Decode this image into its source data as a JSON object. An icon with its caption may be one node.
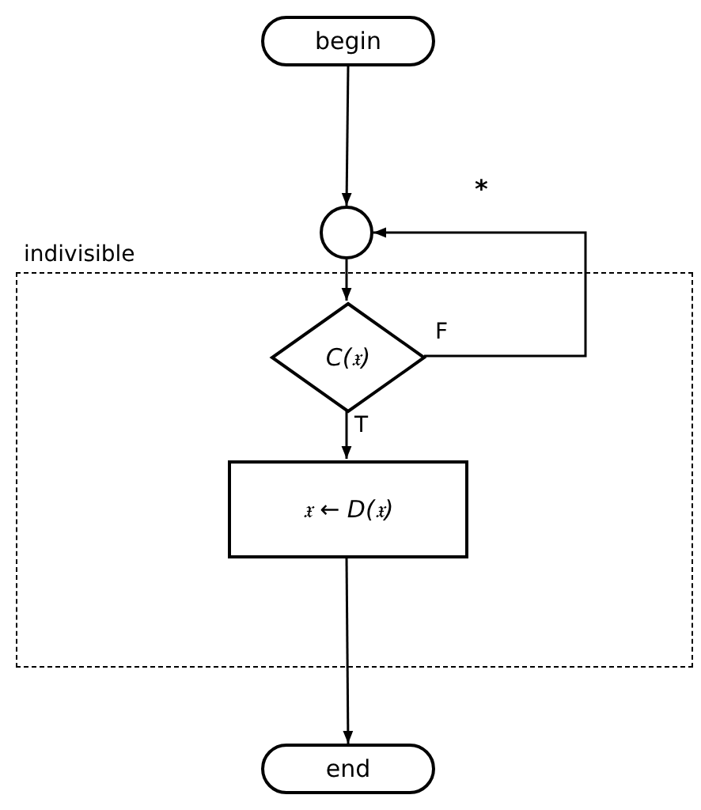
{
  "diagram": {
    "nodes": [
      {
        "text": [
          "begin"
        ]
      },
      {
        "text": [],
        "shape": "circle"
      },
      {
        "text": [
          "indivisible"
        ]
      },
      {
        "text": [
          "C(𝔵)"
        ],
        "in": 2
      },
      {
        "text": [
          "𝔵 ← D(𝔵)"
        ],
        "in": 2
      },
      {
        "text": [
          "end"
        ]
      }
    ],
    "edges": [
      {
        "from": 0,
        "to": 1,
        "arrow": "to"
      },
      {
        "from": 1,
        "to": 3,
        "arrow": "to"
      },
      {
        "from": 3,
        "to": 1,
        "arrow": "to",
        "label": "F"
      },
      {
        "from": 3,
        "to": 4,
        "arrow": "to",
        "label": "T"
      },
      {
        "from": 4,
        "to": 5,
        "arrow": "to"
      }
    ],
    "labels": [
      "*"
    ]
  }
}
